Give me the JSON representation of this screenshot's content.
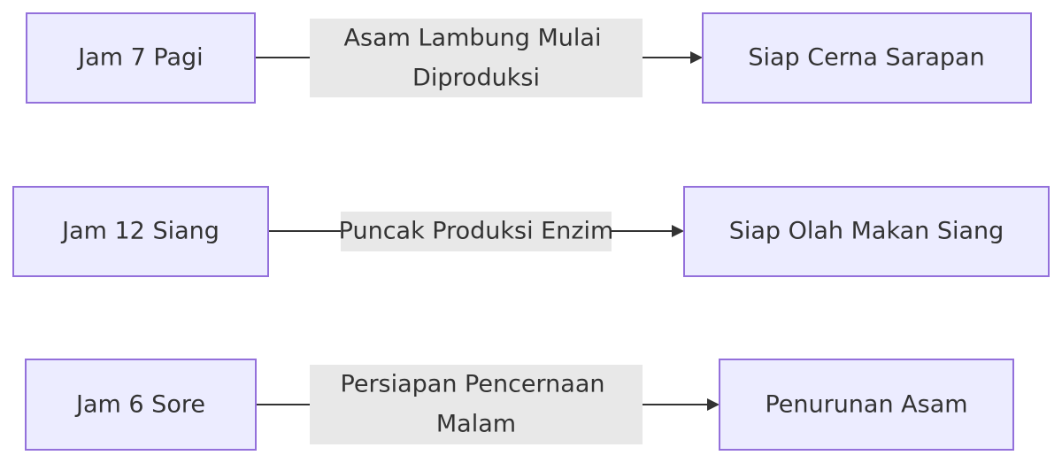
{
  "diagram": {
    "rows": [
      {
        "source": "Jam 7 Pagi",
        "label_lines": [
          "Asam Lambung Mulai",
          "Diproduksi"
        ],
        "target": "Siap Cerna Sarapan"
      },
      {
        "source": "Jam 12 Siang",
        "label_lines": [
          "Puncak Produksi Enzim"
        ],
        "target": "Siap Olah Makan Siang"
      },
      {
        "source": "Jam 6 Sore",
        "label_lines": [
          "Persiapan Pencernaan",
          "Malam"
        ],
        "target": "Penurunan Asam"
      }
    ],
    "colors": {
      "node_fill": "#ECECFF",
      "node_stroke": "#9370DB",
      "edge": "#333333",
      "label_bg": "#E8E8E8",
      "text": "#333333"
    }
  }
}
